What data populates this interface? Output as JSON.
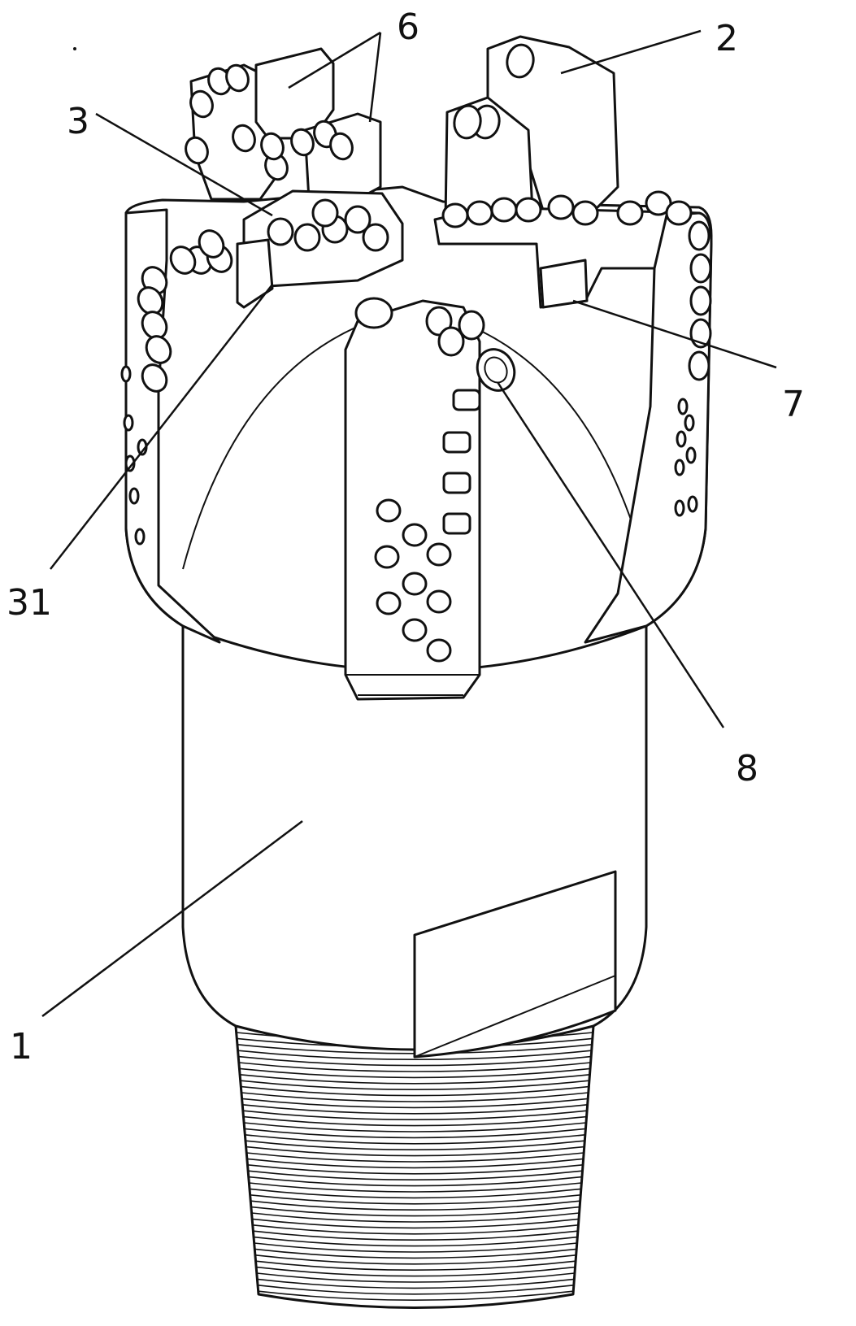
{
  "figure": {
    "callouts": [
      {
        "id": "label-6",
        "text": "6"
      },
      {
        "id": "label-2",
        "text": "2"
      },
      {
        "id": "label-3",
        "text": "3"
      },
      {
        "id": "label-7",
        "text": "7"
      },
      {
        "id": "label-31",
        "text": "31"
      },
      {
        "id": "label-8",
        "text": "8"
      },
      {
        "id": "label-1",
        "text": "1"
      }
    ],
    "colors": {
      "ink": "#111111",
      "paper": "#ffffff"
    }
  }
}
